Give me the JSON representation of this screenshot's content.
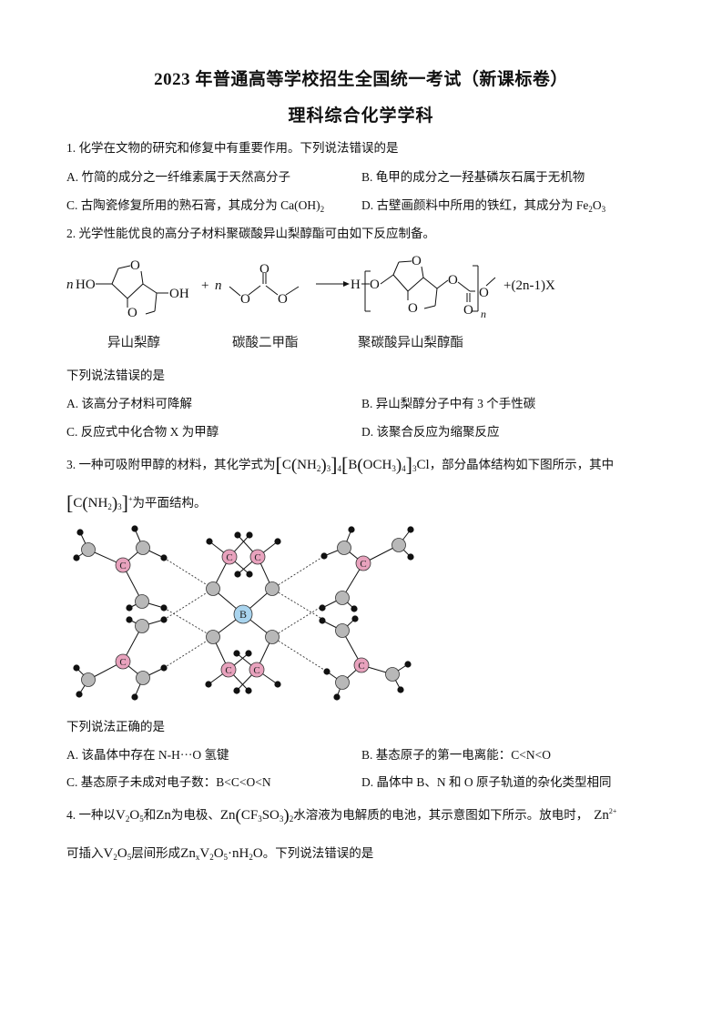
{
  "header": {
    "title": "2023 年普通高等学校招生全国统一考试（新课标卷）",
    "subtitle": "理科综合化学学科"
  },
  "questions": [
    {
      "number": "1.",
      "stem": "化学在文物的研究和修复中有重要作用。下列说法错误的是",
      "options": [
        {
          "label": "A.",
          "text": "竹简的成分之一纤维素属于天然高分子"
        },
        {
          "label": "B.",
          "text": "龟甲的成分之一羟基磷灰石属于无机物"
        },
        {
          "label": "C.",
          "text": "古陶瓷修复所用的熟石膏，其成分为 Ca(OH)",
          "sub": "2"
        },
        {
          "label": "D.",
          "text": "古壁画颜料中所用的铁红，其成分为 Fe",
          "sub1": "2",
          "mid": "O",
          "sub2": "3"
        }
      ]
    },
    {
      "number": "2.",
      "stem": "光学性能优良的高分子材料聚碳酸异山梨醇酯可由如下反应制备。",
      "reaction": {
        "reactant1_coef": "n",
        "reactant1_left": "HO",
        "reactant1_right": "OH",
        "ring_o": "O",
        "plus": "+",
        "reactant2_coef": "n",
        "arrow": "⟶",
        "product_h": "H",
        "repeat_n": "n",
        "byproduct": "+(2n-1)X",
        "labels": [
          "异山梨醇",
          "碳酸二甲酯",
          "聚碳酸异山梨醇酯"
        ]
      },
      "prompt": "下列说法错误的是",
      "options": [
        {
          "label": "A.",
          "text": "该高分子材料可降解"
        },
        {
          "label": "B.",
          "text": "异山梨醇分子中有 3 个手性碳"
        },
        {
          "label": "C.",
          "text": "反应式中化合物 X 为甲醇"
        },
        {
          "label": "D.",
          "text": "该聚合反应为缩聚反应"
        }
      ]
    },
    {
      "number": "3.",
      "stem_part1": "一种可吸附甲醇的材料，其化学式为",
      "formula1": {
        "C": "C",
        "NH": "NH",
        "sub2": "2",
        "sub3": "3",
        "sub4": "4"
      },
      "formula2": {
        "B": "B",
        "OCH": "OCH",
        "sub3": "3",
        "sub4": "4",
        "subout": "3"
      },
      "cl": "Cl",
      "stem_part2": "，部分晶体结构如下图所示，其中",
      "stem_part3": "为平面结构。",
      "ion_charge": "+",
      "figure": {
        "b_label": "B",
        "c_label": "C",
        "colors": {
          "carbon": "#e8a2bd",
          "boron": "#a9d4ee",
          "oxygen_nitrogen": "#b8b8b8",
          "hydrogen": "#111111"
        }
      },
      "prompt": "下列说法正确的是",
      "options": [
        {
          "label": "A.",
          "text": "该晶体中存在 N-H···O 氢键"
        },
        {
          "label": "B.",
          "text": "基态原子的第一电离能：C<N<O"
        },
        {
          "label": "C.",
          "text": "基态原子未成对电子数：B<C<O<N"
        },
        {
          "label": "D.",
          "text": "晶体中 B、N 和 O 原子轨道的杂化类型相同"
        }
      ]
    },
    {
      "number": "4.",
      "line1_a": "一种以",
      "v2o5": {
        "V": "V",
        "s2": "2",
        "O": "O",
        "s5": "5"
      },
      "line1_b": "和",
      "zn": "Zn",
      "line1_c": "为电极、",
      "salt": {
        "Zn": "Zn",
        "CF": "CF",
        "s3a": "3",
        "SO": "SO",
        "s3b": "3",
        "s2": "2"
      },
      "line1_d": "水溶液为电解质的电池，其示意图如下所示。放电时，",
      "zn_ion": {
        "Zn": "Zn",
        "charge": "2+"
      },
      "line2_a": "可插入",
      "line2_b": "层间形成",
      "product": {
        "Zn": "Zn",
        "x": "x",
        "V": "V",
        "s2": "2",
        "O": "O",
        "s5": "5",
        "dot": "·",
        "n": "nH",
        "s2b": "2",
        "O2": "O"
      },
      "line2_c": "。下列说法错误的是"
    }
  ]
}
